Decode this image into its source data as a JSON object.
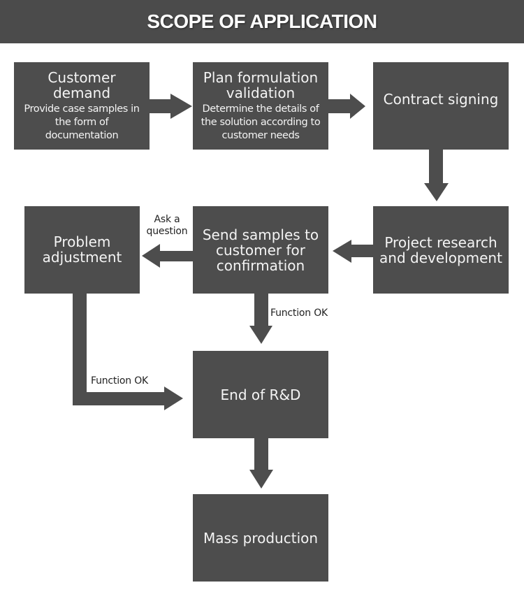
{
  "header": {
    "title": "SCOPE OF APPLICATION"
  },
  "colors": {
    "box": "#4d4d4d",
    "header": "#4b4b4b",
    "text_light": "#f4f4f4",
    "label_text": "#222222"
  },
  "steps": [
    {
      "title": "Customer demand",
      "subtitle": "Provide case samples in the form of documentation"
    },
    {
      "title": "Plan formulation validation",
      "subtitle": "Determine the details of the solution according to customer needs"
    },
    {
      "title": "Contract signing"
    },
    {
      "title": "Project research and development"
    },
    {
      "title": "Send samples to customer for confirmation"
    },
    {
      "title": "Problem adjustment"
    },
    {
      "title": "End of R&D"
    },
    {
      "title": "Mass production"
    }
  ],
  "edges": [
    {
      "from": "Customer demand",
      "to": "Plan formulation validation",
      "label": ""
    },
    {
      "from": "Plan formulation validation",
      "to": "Contract signing",
      "label": ""
    },
    {
      "from": "Contract signing",
      "to": "Project research and development",
      "label": ""
    },
    {
      "from": "Project research and development",
      "to": "Send samples to customer for confirmation",
      "label": ""
    },
    {
      "from": "Send samples to customer for confirmation",
      "to": "Problem adjustment",
      "label": "Ask a question"
    },
    {
      "from": "Send samples to customer for confirmation",
      "to": "End of R&D",
      "label": "Function OK"
    },
    {
      "from": "Problem adjustment",
      "to": "End of R&D",
      "label": "Function OK"
    },
    {
      "from": "End of R&D",
      "to": "Mass production",
      "label": ""
    }
  ],
  "labels": {
    "ask_question": "Ask a question",
    "function_ok_right": "Function OK",
    "function_ok_left": "Function OK"
  }
}
